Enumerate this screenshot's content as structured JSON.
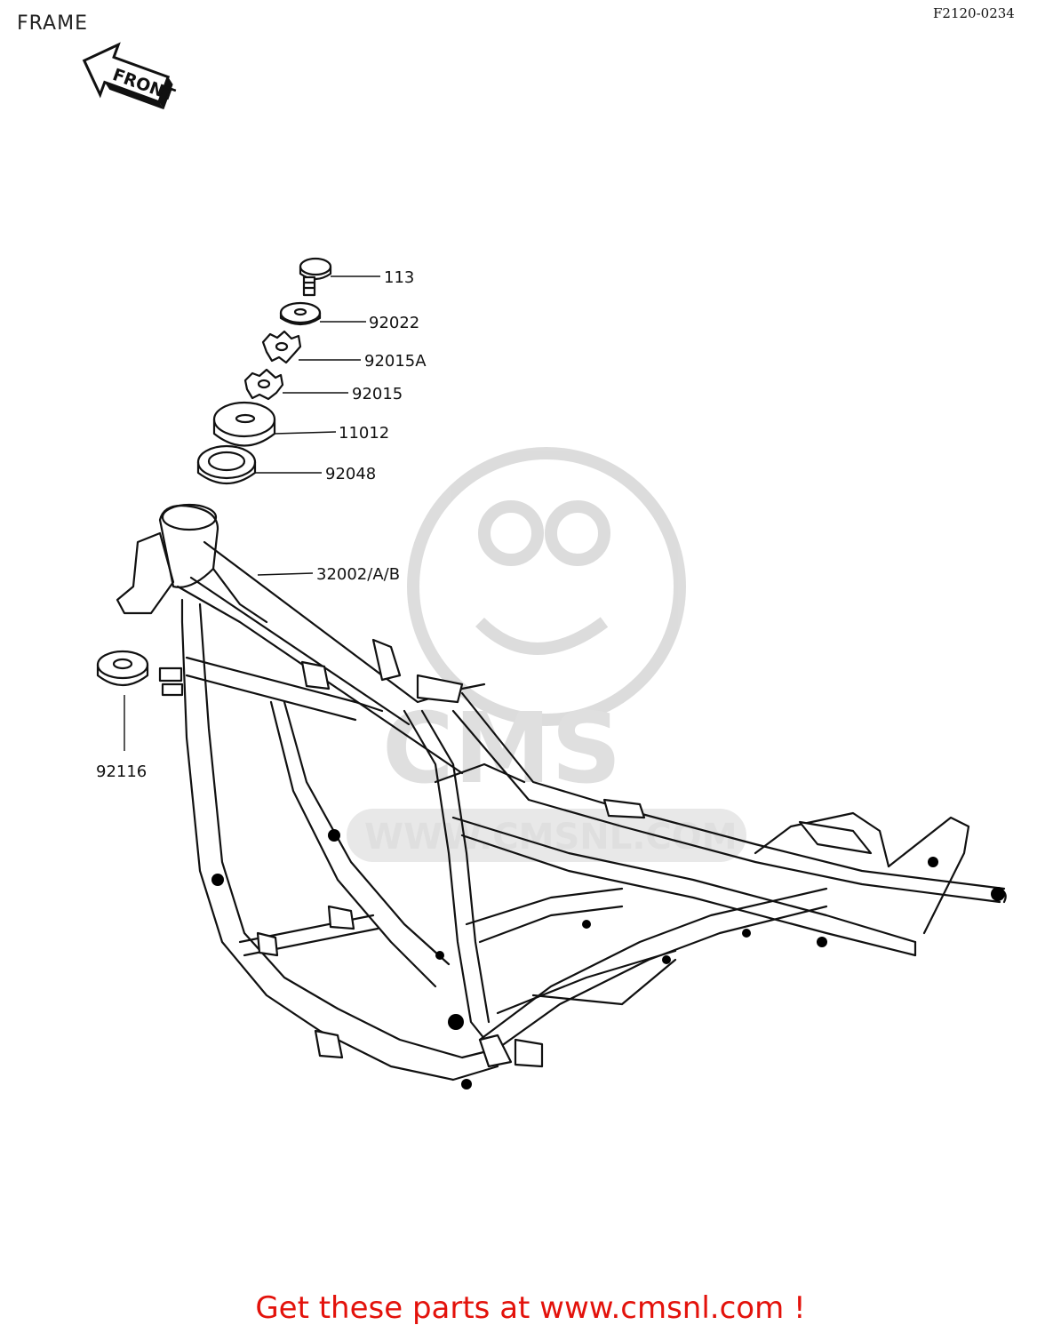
{
  "header": {
    "title": "FRAME",
    "diagram_code": "F2120-0234"
  },
  "front_arrow": {
    "label": "FRONT",
    "icon": "front-arrow-icon"
  },
  "watermark": {
    "letters": "CMS",
    "url": "WWW.CMSNL.COM"
  },
  "parts": [
    {
      "number": "113"
    },
    {
      "number": "92022"
    },
    {
      "number": "92015A"
    },
    {
      "number": "92015"
    },
    {
      "number": "11012"
    },
    {
      "number": "92048"
    },
    {
      "number": "32002/A/B"
    },
    {
      "number": "92116"
    }
  ],
  "footer": {
    "text": "Get these parts at www.cmsnl.com !",
    "color": "#e3120b"
  }
}
